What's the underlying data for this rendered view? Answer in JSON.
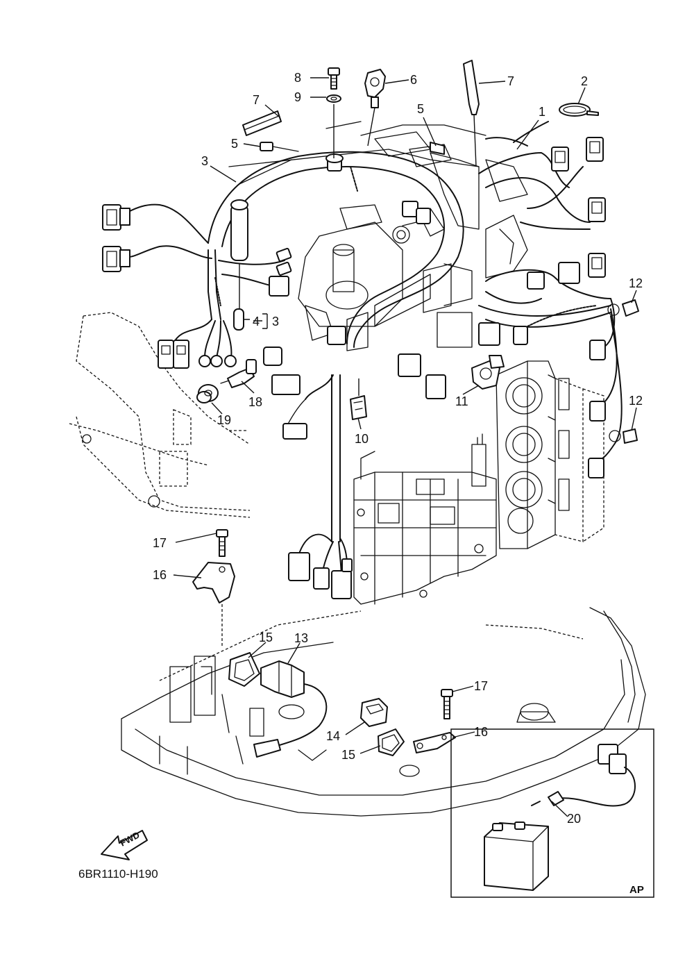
{
  "diagram": {
    "code": "6BR1110-H190",
    "inset_label": "AP",
    "direction_label": "FWD",
    "callouts": {
      "p1": "1",
      "p2": "2",
      "p3a": "3",
      "p3b": "3",
      "p4": "4",
      "p5a": "5",
      "p5b": "5",
      "p6": "6",
      "p7a": "7",
      "p7b": "7",
      "p8": "8",
      "p9": "9",
      "p10": "10",
      "p11": "11",
      "p12a": "12",
      "p12b": "12",
      "p13": "13",
      "p14": "14",
      "p15a": "15",
      "p15b": "15",
      "p16a": "16",
      "p16b": "16",
      "p17a": "17",
      "p17b": "17",
      "p18": "18",
      "p19": "19",
      "p20": "20"
    }
  }
}
